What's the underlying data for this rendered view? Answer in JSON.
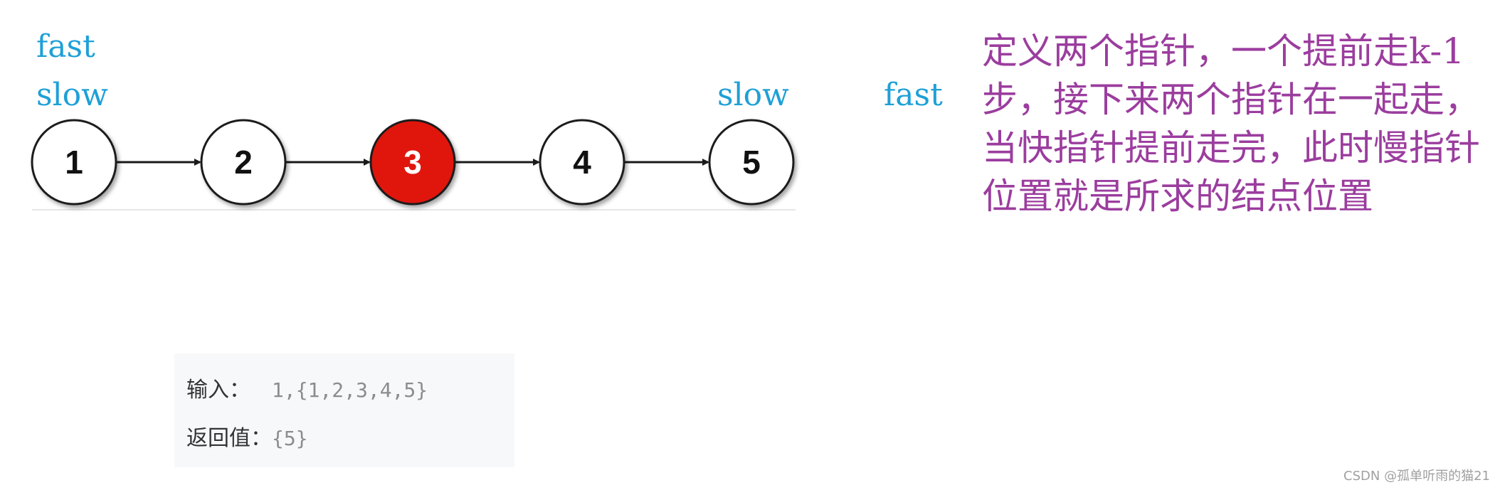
{
  "pointer_labels": {
    "fast_top": "fast",
    "slow_left": "slow",
    "slow_right": "slow",
    "fast_right": "fast"
  },
  "nodes": [
    {
      "label": "1",
      "highlighted": false
    },
    {
      "label": "2",
      "highlighted": false
    },
    {
      "label": "3",
      "highlighted": true
    },
    {
      "label": "4",
      "highlighted": false
    },
    {
      "label": "5",
      "highlighted": false
    }
  ],
  "explanation": "定义两个指针，一个提前走k-1步，接下来两个指针在一起走，当快指针提前走完，此时慢指针位置就是所求的结点位置",
  "example": {
    "input_label": "输入：",
    "input_value": "1,{1,2,3,4,5}",
    "return_label": "返回值：",
    "return_value": "{5}"
  },
  "watermark": "CSDN @孤单听雨的猫21",
  "colors": {
    "pointer": "#1ea0d6",
    "explanation": "#9b3d9e",
    "node_highlight": "#e0170f",
    "node_stroke": "#1a1a1a"
  }
}
